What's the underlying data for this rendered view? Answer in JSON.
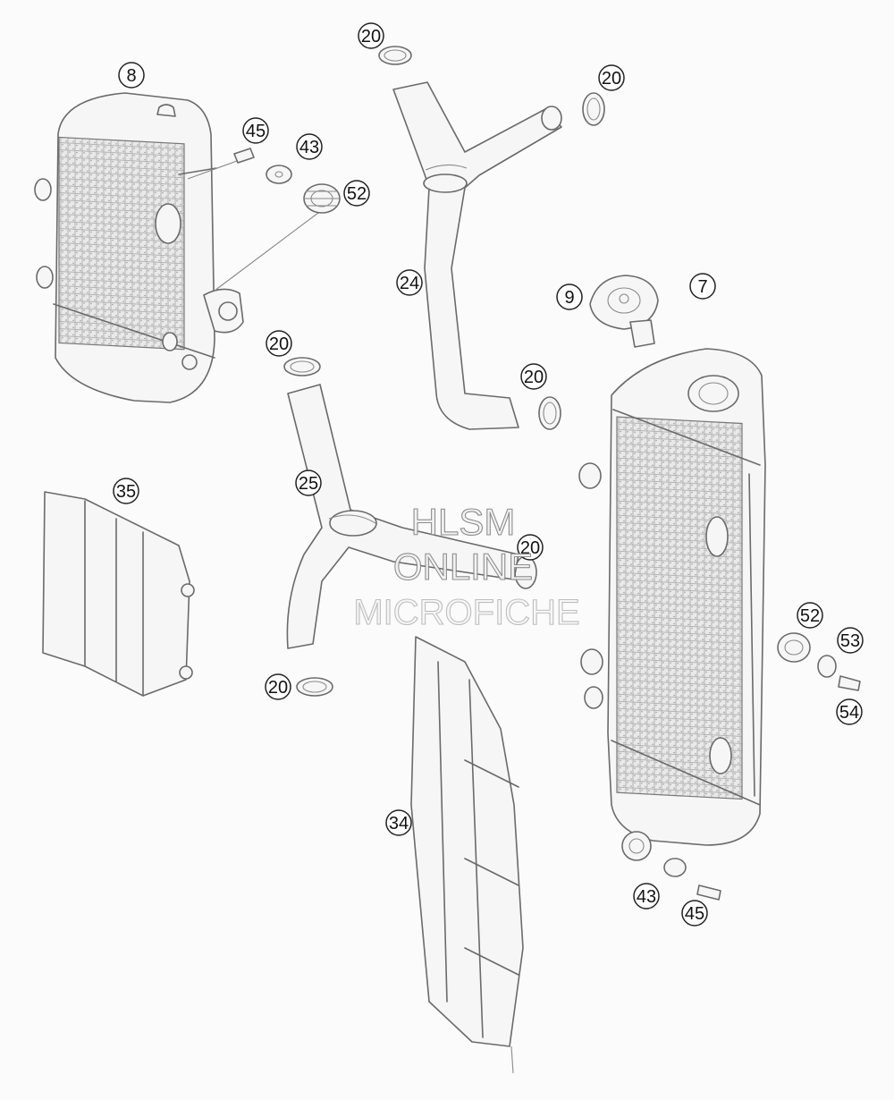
{
  "callouts": {
    "c8": "8",
    "c45a": "45",
    "c43a": "43",
    "c52a": "52",
    "c20a": "20",
    "c20b": "20",
    "c24": "24",
    "c9": "9",
    "c7": "7",
    "c20c": "20",
    "c20d": "20",
    "c25": "25",
    "c35": "35",
    "c20e": "20",
    "c20f": "20",
    "c52b": "52",
    "c53": "53",
    "c54": "54",
    "c34": "34",
    "c43b": "43",
    "c45b": "45"
  },
  "watermark": {
    "line1": "HLSM",
    "line2": "ONLINE",
    "line3": "MICROFICHE"
  },
  "colors": {
    "background": "#fbfbfb",
    "line": "#6a6a6a",
    "callout_stroke": "#222222"
  }
}
